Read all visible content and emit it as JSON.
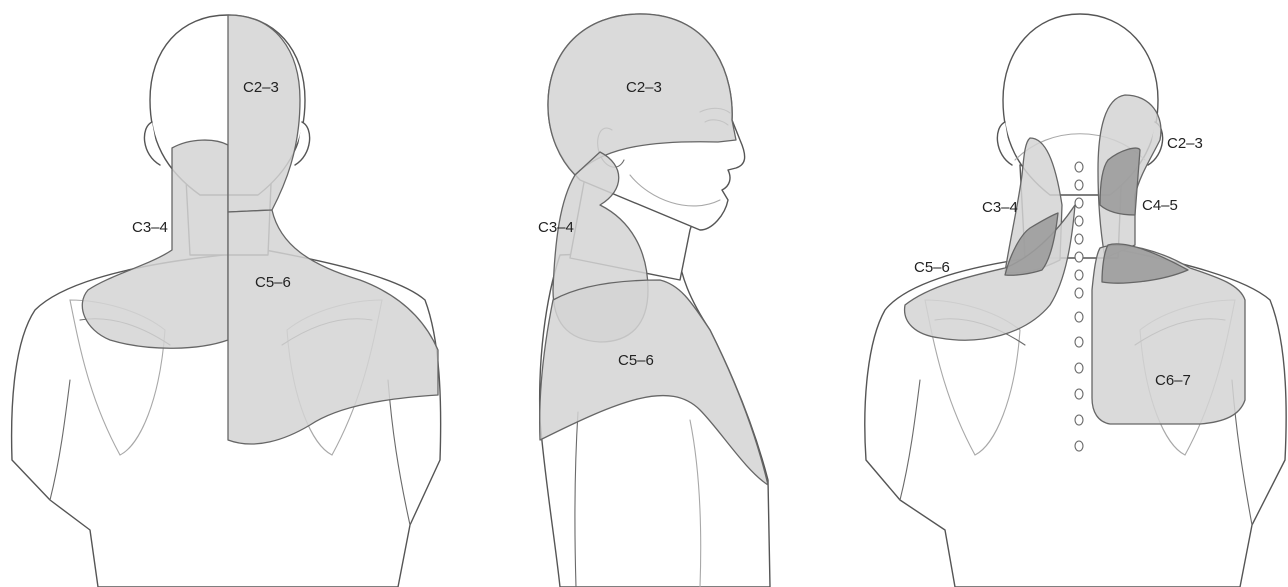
{
  "figure": {
    "panels": [
      {
        "id": "posterior",
        "labels": {
          "c2_3": "C2–3",
          "c3_4": "C3–4",
          "c5_6": "C5–6"
        }
      },
      {
        "id": "lateral",
        "labels": {
          "c2_3": "C2–3",
          "c3_4": "C3–4",
          "c5_6": "C5–6"
        }
      },
      {
        "id": "posterior-spine",
        "labels": {
          "c2_3": "C2–3",
          "c3_4": "C3–4",
          "c4_5": "C4–5",
          "c5_6": "C5–6",
          "c6_7": "C6–7"
        }
      }
    ],
    "colors": {
      "zone_light": "#d3d3d3",
      "zone_dark": "#9c9c9c",
      "outline": "#555555"
    }
  }
}
